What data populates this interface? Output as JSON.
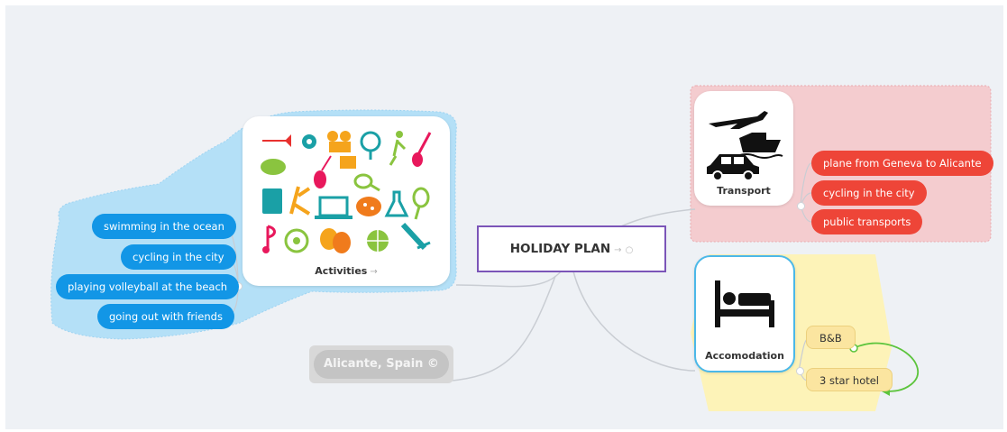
{
  "map_title": "HOLIDAY PLAN",
  "colors": {
    "canvas": "#eef1f5",
    "center_border": "#7b55b8",
    "activities_bg": "#b4e0f7",
    "activities_pill": "#1296e6",
    "transport_bg": "#f4cccf",
    "transport_pill": "#ee4538",
    "accommodation_bg": "#fdf3b8",
    "accommodation_pill": "#fbe5a0",
    "relation_arrow": "#5cc43c"
  },
  "branches": {
    "activities": {
      "label": "Activities",
      "image": "activities-icons-collage",
      "items": [
        "swimming in the ocean",
        "cycling in the city",
        "playing volleyball at the beach",
        "going out with friends"
      ]
    },
    "transport": {
      "label": "Transport",
      "image": "plane-boat-car-icon",
      "items": [
        "plane from Geneva to Alicante",
        "cycling in the city",
        "public transports"
      ]
    },
    "accommodation": {
      "label": "Accomodation",
      "image": "bed-icon",
      "items": [
        "B&B",
        "3 star hotel"
      ]
    }
  },
  "floating_topic": {
    "label": "Alicante, Spain ©"
  }
}
